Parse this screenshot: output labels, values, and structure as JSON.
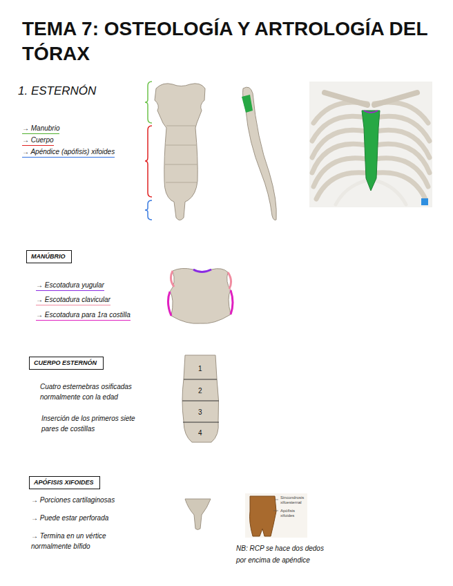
{
  "diagram": {
    "title": "TEMA 7: OSTEOLOGÍA Y ARTROLOGÍA DEL TÓRAX",
    "nodes": [
      {
        "text": [
          "MANÚBRIO"
        ]
      },
      {
        "text": [
          "CUERPO ESTERNÓN"
        ]
      },
      {
        "text": [
          "APÓFISIS XIFOIDES"
        ]
      }
    ],
    "labels": [
      "1. ESTERNÓN",
      "→ Manubrio",
      "→ Cuerpo",
      "→ Apéndice (apófisis) xifoides",
      "→ Escotadura yugular",
      "→ Escotadura clavicular",
      "→ Escotadura para 1ra costilla",
      "Cuatro esternebras osificadas normalmente con la edad",
      "Inserción de los primeros siete pares de costillas",
      "1",
      "2",
      "3",
      "4",
      "→ Porciones cartilaginosas",
      "→ Puede estar perforada",
      "→ Termina en un vértice normalmente bífido",
      "Sincondrosis xifoesternal",
      "Apófisis xifoides",
      "NB: RCP se hace dos dedos por encima de apéndice"
    ]
  }
}
